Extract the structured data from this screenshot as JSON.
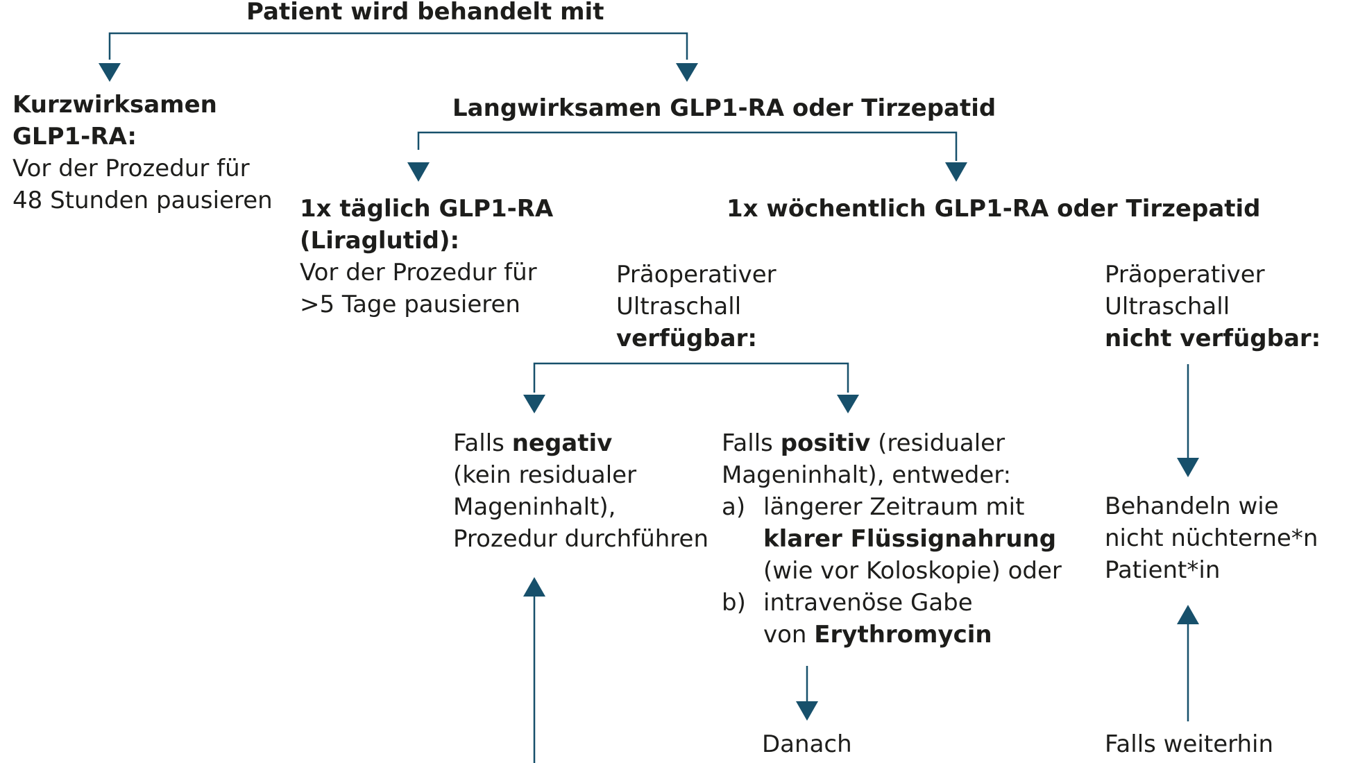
{
  "root": "Patient wird behandelt mit",
  "short_acting": {
    "title_1": "Kurzwirksamen",
    "title_2": "GLP1-RA:",
    "text_1": "Vor der Prozedur für",
    "text_2": "48 Stunden pausieren"
  },
  "long_acting": {
    "title": "Langwirksamen GLP1-RA oder Tirzepatid"
  },
  "daily": {
    "title_1": "1x täglich GLP1-RA",
    "title_2": "(Liraglutid):",
    "text_1": "Vor der Prozedur für",
    "text_2": ">5 Tage pausieren"
  },
  "weekly": {
    "title": "1x wöchentlich GLP1-RA oder Tirzepatid"
  },
  "us_available": {
    "line_1": "Präoperativer",
    "line_2": "Ultraschall",
    "line_3": "verfügbar:"
  },
  "us_unavailable": {
    "line_1": "Präoperativer",
    "line_2": "Ultraschall",
    "line_3": "nicht verfügbar:"
  },
  "negative": {
    "prefix": "Falls ",
    "bold": "negativ",
    "line_2": "(kein residualer",
    "line_3": "Mageninhalt),",
    "line_4": "Prozedur durchführen"
  },
  "positive": {
    "prefix": "Falls ",
    "bold": "positiv",
    "suffix": " (residualer",
    "line_2": "Mageninhalt), entweder:",
    "a_label": "a)",
    "a_line_1": "längerer Zeitraum mit",
    "a_line_2": "klarer Flüssignahrung",
    "a_line_3": "(wie vor Koloskopie) oder",
    "b_label": "b)",
    "b_line_1": "intravenöse Gabe",
    "b_line_2_prefix": "von ",
    "b_line_2_bold": "Erythromycin"
  },
  "treat_as": {
    "line_1": "Behandeln wie",
    "line_2": "nicht nüchterne*n",
    "line_3": "Patient*in"
  },
  "after": "Danach",
  "if_still": "Falls weiterhin",
  "colors": {
    "arrow": "#17506b",
    "text": "#1d1d1b"
  }
}
